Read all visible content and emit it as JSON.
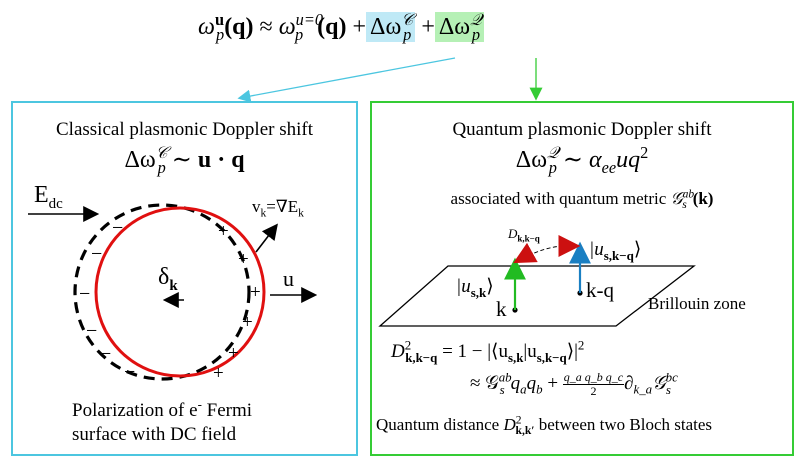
{
  "equation": {
    "lhs_base": "ω",
    "lhs_sub": "p",
    "lhs_sup": "u",
    "lhs_arg": "(q)",
    "approx": "≈",
    "rhs_base": "ω",
    "rhs_sub": "p",
    "rhs_sup": "u=0",
    "rhs_arg": "(q)",
    "plus": "+",
    "term_c_delta": "Δω",
    "term_c_sup": "𝒞",
    "term_c_sub": "p",
    "term_q_delta": "Δω",
    "term_q_sup": "𝒬",
    "term_q_sub": "p"
  },
  "left_panel": {
    "title": "Classical plasmonic Doppler shift",
    "formula_delta": "Δω",
    "formula_sup": "𝒞",
    "formula_sub": "p",
    "formula_rel": "∼",
    "formula_rhs": "u · q",
    "e_dc": "E",
    "e_dc_sub": "dc",
    "velocity": "v",
    "velocity_sub": "k",
    "velocity_eq": "=∇E",
    "velocity_eq_sub": "k",
    "delta_k": "δ",
    "delta_k_sub": "k",
    "u_label": "u",
    "caption_line1_pre": "Polarization of e",
    "caption_line1_sup": "-",
    "caption_line1_post": " Fermi",
    "caption_line2": "surface with DC field",
    "plus_signs": [
      "+",
      "+",
      "+",
      "+",
      "+",
      "+"
    ],
    "minus_signs": [
      "−",
      "−",
      "−",
      "−",
      "−",
      "−"
    ]
  },
  "right_panel": {
    "title": "Quantum plasmonic Doppler shift",
    "formula_delta": "Δω",
    "formula_sup": "𝒬",
    "formula_sub": "p",
    "formula_rel": "∼",
    "formula_rhs_alpha": "α",
    "formula_rhs_alpha_sub": "ee",
    "formula_rhs_rest": "uq",
    "formula_rhs_sup": "2",
    "metric_text": "associated with quantum metric ",
    "metric_symbol": "𝒢",
    "metric_sup": "ab",
    "metric_sub": "s",
    "metric_arg": "(k)",
    "d_kkq": "D",
    "d_kkq_sub": "k,k−q",
    "ket_kq_label": "|u",
    "ket_kq_sub": "s,k−q",
    "ket_close": "⟩",
    "ket_k_label": "|u",
    "ket_k_sub": "s,k",
    "k_label": "k",
    "kq_label": "k-q",
    "brillouin": "Brillouin zone",
    "eq1_lhs": "D",
    "eq1_lhs_sup": "2",
    "eq1_lhs_sub": "k,k−q",
    "eq1_rhs": " = 1 − |⟨u",
    "eq1_rhs_sub1": "s,k",
    "eq1_rhs_mid": "|u",
    "eq1_rhs_sub2": "s,k−q",
    "eq1_rhs_end": "⟩|",
    "eq1_rhs_sup": "2",
    "eq2_approx": "≈ 𝒢",
    "eq2_g_sup": "ab",
    "eq2_g_sub": "s",
    "eq2_qq": "q",
    "eq2_qa": "a",
    "eq2_qb": "b",
    "eq2_plus": " + ",
    "eq2_frac_num": "q_a q_b q_c",
    "eq2_frac_den": "2",
    "eq2_partial": "∂",
    "eq2_partial_sub": "k_a",
    "eq2_g2": "𝒢",
    "eq2_g2_sup": "bc",
    "eq2_g2_sub": "s",
    "caption_pre": "Quantum distance ",
    "caption_d": "D",
    "caption_d_sup": "2",
    "caption_d_sub": "k,k′",
    "caption_post": " between two Bloch states"
  },
  "colors": {
    "left_border": "#4cc6e0",
    "right_border": "#35cc35",
    "classical_highlight": "#bfe9f6",
    "quantum_highlight": "#b5f0b5",
    "fermi_circle": "#e01010",
    "k_arrow": "#22bb22",
    "kq_arrow": "#1a7fc2",
    "distance_arrow": "#cc1010"
  }
}
